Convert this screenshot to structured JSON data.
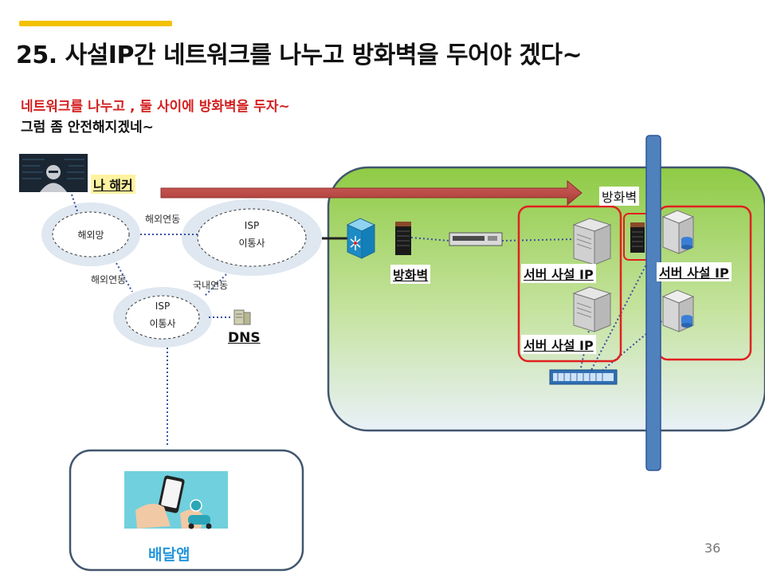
{
  "slide": {
    "title": "25. 사설IP간 네트워크를 나누고 방화벽을 두어야 겠다~",
    "subtitle_red": "네트워크를 나누고 , 둘 사이에 방화벽을 두자~",
    "subtitle_black": "그럼 좀 안전해지겠네~",
    "page_number": "36"
  },
  "labels": {
    "hacker": "나 해커",
    "overseas_net": "해외망",
    "overseas_link_top": "해외연동",
    "overseas_link_left": "해외연동",
    "domestic_link": "국내연동",
    "isp_top_line1": "ISP",
    "isp_top_line2": "이통사",
    "isp_mid_line1": "ISP",
    "isp_mid_line2": "이통사",
    "dns": "DNS",
    "firewall_main": "방화벽",
    "firewall_inner": "방화벽",
    "server_private_ip_1": "서버 사설 IP",
    "server_private_ip_2": "서버 사설 IP",
    "server_private_ip_3": "서버 사설 IP",
    "delivery_app": "배달앱"
  },
  "colors": {
    "accent": "#f2c100",
    "title_red": "#d42020",
    "highlight": "#fff3a0",
    "network_zone": "#92d050",
    "zone_border": "#41566e",
    "segment_border": "#e02020",
    "arrow": "#c0504d",
    "vlan_bar": "#4f81bd",
    "app_text": "#2596d9"
  },
  "icons": [
    "hacker-image",
    "switch-icon",
    "firewall-icon",
    "router-icon",
    "server-icon",
    "database-server-icon",
    "dns-server-icon",
    "delivery-app-image"
  ]
}
